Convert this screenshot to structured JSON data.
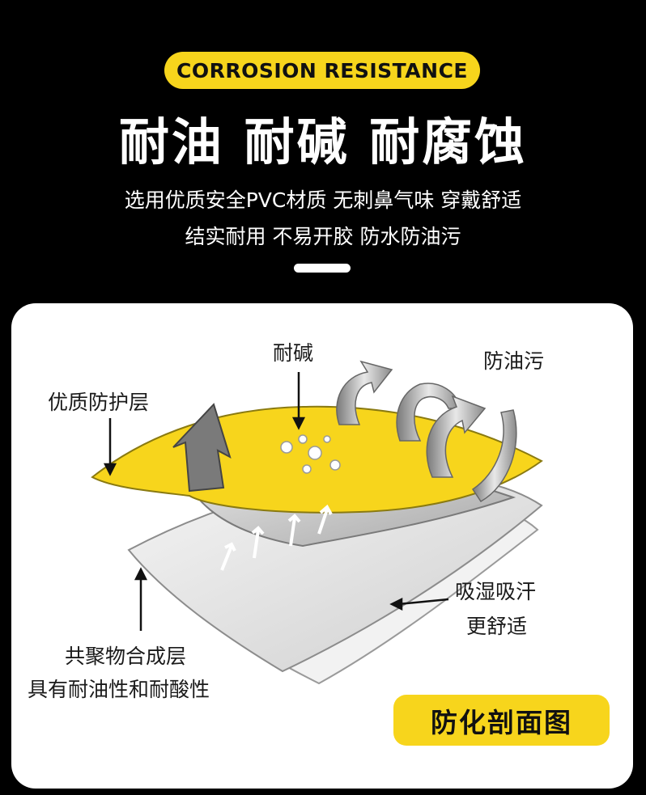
{
  "header": {
    "badge": "CORROSION RESISTANCE",
    "headline": "耐油 耐碱 耐腐蚀",
    "line1": "选用优质安全PVC材质 无刺鼻气味 穿戴舒适",
    "line2": "结实耐用 不易开胶 防水防油污"
  },
  "diagram": {
    "label_alkali": "耐碱",
    "label_oil": "防油污",
    "label_protect": "优质防护层",
    "label_sweat1": "吸湿吸汗",
    "label_sweat2": "更舒适",
    "label_polymer1": "共聚物合成层",
    "label_polymer2": "具有耐油性和耐酸性",
    "footer": "防化剖面图"
  },
  "colors": {
    "accent_yellow": "#f7d51c",
    "background": "#000000",
    "panel": "#ffffff"
  }
}
